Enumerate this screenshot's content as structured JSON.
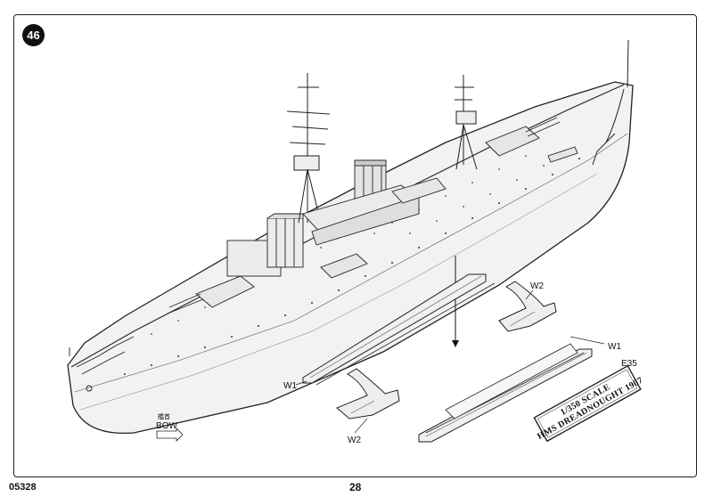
{
  "step": {
    "number": "46"
  },
  "labels": {
    "w1_left": "W1",
    "w1_right": "W1",
    "w2_top": "W2",
    "w2_bottom": "W2",
    "e35": "E35",
    "bow_cn": "艦首",
    "bow_en": "BOW"
  },
  "plaque": {
    "line1": "1/350 SCALE",
    "line2": "HMS DREADNOUGHT 1907"
  },
  "footer": {
    "product_code": "05328",
    "page_number": "28"
  }
}
